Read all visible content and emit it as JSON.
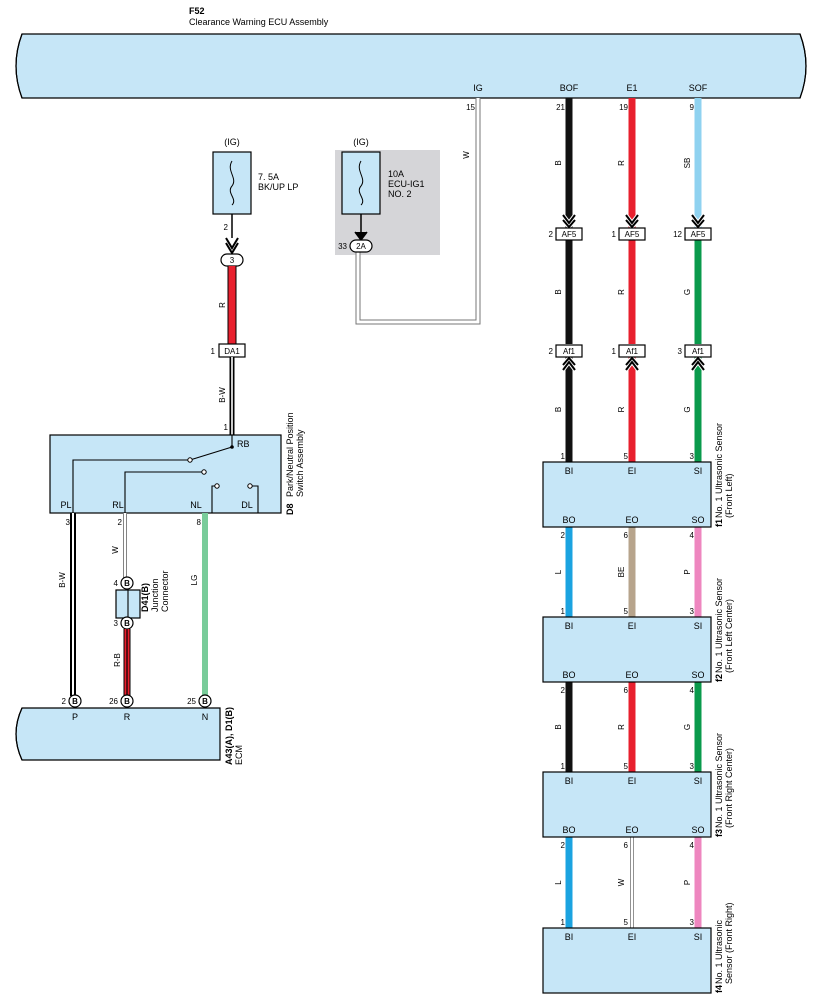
{
  "colors": {
    "box": "#c6e6f7",
    "stroke": "#000000",
    "shade": "#d5d5d8",
    "B": "#111111",
    "R": "#e8202e",
    "SB": "#8fd2f0",
    "G": "#0a9a4c",
    "L": "#1ba3e0",
    "BE": "#b7a48c",
    "P": "#ee86bf",
    "LG": "#79cc9a",
    "W": "#ffffff"
  },
  "f52": {
    "code": "F52",
    "name": "Clearance Warning ECU Assembly"
  },
  "f52_pins": [
    {
      "name": "IG",
      "pin": "15",
      "wire": "W"
    },
    {
      "name": "BOF",
      "pin": "21",
      "wire": "B"
    },
    {
      "name": "E1",
      "pin": "19",
      "wire": "R"
    },
    {
      "name": "SOF",
      "pin": "9",
      "wire": "SB"
    }
  ],
  "fuse1": {
    "supply": "(IG)",
    "rating": "7. 5A",
    "name": "BK/UP LP",
    "pin": "2",
    "connector": "3",
    "wire": "R"
  },
  "fuse2": {
    "supply": "(IG)",
    "rating": "10A",
    "name": "ECU-IG1",
    "name2": "NO. 2",
    "pin": "33",
    "connector": "2A"
  },
  "da1": {
    "pin": "1",
    "label": "DA1",
    "wire": "B-W"
  },
  "d8": {
    "code": "D8",
    "name": "Park/Neutral Position",
    "name2": "Switch Assembly",
    "rb_pin": "1",
    "rb": "RB",
    "terminals": [
      {
        "name": "PL",
        "pin": "3",
        "wire": "B-W"
      },
      {
        "name": "RL",
        "pin": "2",
        "wire": "W"
      },
      {
        "name": "NL",
        "pin": "8",
        "wire": "LG"
      },
      {
        "name": "DL"
      }
    ]
  },
  "d41": {
    "code": "D41(B)",
    "name": "Junction",
    "name2": "Connector",
    "pin_top": "4",
    "pin_bottom": "3",
    "conn": "B",
    "wire": "R-B"
  },
  "ecm": {
    "code": "A43(A), D1(B)",
    "name": "ECM",
    "pins": [
      {
        "pin": "2",
        "conn": "B",
        "name": "P"
      },
      {
        "pin": "26",
        "conn": "B",
        "name": "R"
      },
      {
        "pin": "25",
        "conn": "B",
        "name": "N"
      }
    ]
  },
  "af5": [
    {
      "pin": "2",
      "label": "AF5"
    },
    {
      "pin": "1",
      "label": "AF5"
    },
    {
      "pin": "12",
      "label": "AF5"
    }
  ],
  "af1": [
    {
      "pin": "2",
      "label": "Af1"
    },
    {
      "pin": "1",
      "label": "Af1"
    },
    {
      "pin": "3",
      "label": "Af1"
    }
  ],
  "seg_af5_af1": [
    "B",
    "R",
    "G"
  ],
  "seg_af1_f1": [
    "B",
    "R",
    "G"
  ],
  "seg_f1_f2": [
    "L",
    "BE",
    "P"
  ],
  "seg_f2_f3": [
    "B",
    "R",
    "G"
  ],
  "seg_f3_f4": [
    "L",
    "W",
    "P"
  ],
  "sensors": [
    {
      "code": "f1",
      "name": "No. 1 Ultrasonic Sensor",
      "name2": "(Front Left)",
      "in_pins": [
        "1",
        "5",
        "3"
      ],
      "in_labels": [
        "BI",
        "EI",
        "SI"
      ],
      "out_pins": [
        "2",
        "6",
        "4"
      ],
      "out_labels": [
        "BO",
        "EO",
        "SO"
      ]
    },
    {
      "code": "f2",
      "name": "No. 1 Ultrasonic Sensor",
      "name2": "(Front Left Center)",
      "in_pins": [
        "1",
        "5",
        "3"
      ],
      "in_labels": [
        "BI",
        "EI",
        "SI"
      ],
      "out_pins": [
        "2",
        "6",
        "4"
      ],
      "out_labels": [
        "BO",
        "EO",
        "SO"
      ]
    },
    {
      "code": "f3",
      "name": "No. 1 Ultrasonic Sensor",
      "name2": "(Front Right Center)",
      "in_pins": [
        "1",
        "5",
        "3"
      ],
      "in_labels": [
        "BI",
        "EI",
        "SI"
      ],
      "out_pins": [
        "2",
        "6",
        "4"
      ],
      "out_labels": [
        "BO",
        "EO",
        "SO"
      ]
    },
    {
      "code": "f4",
      "name": "No. 1 Ultrasonic",
      "name2": "Sensor (Front Right)",
      "in_pins": [
        "1",
        "5",
        "3"
      ],
      "in_labels": [
        "BI",
        "EI",
        "SI"
      ]
    }
  ]
}
